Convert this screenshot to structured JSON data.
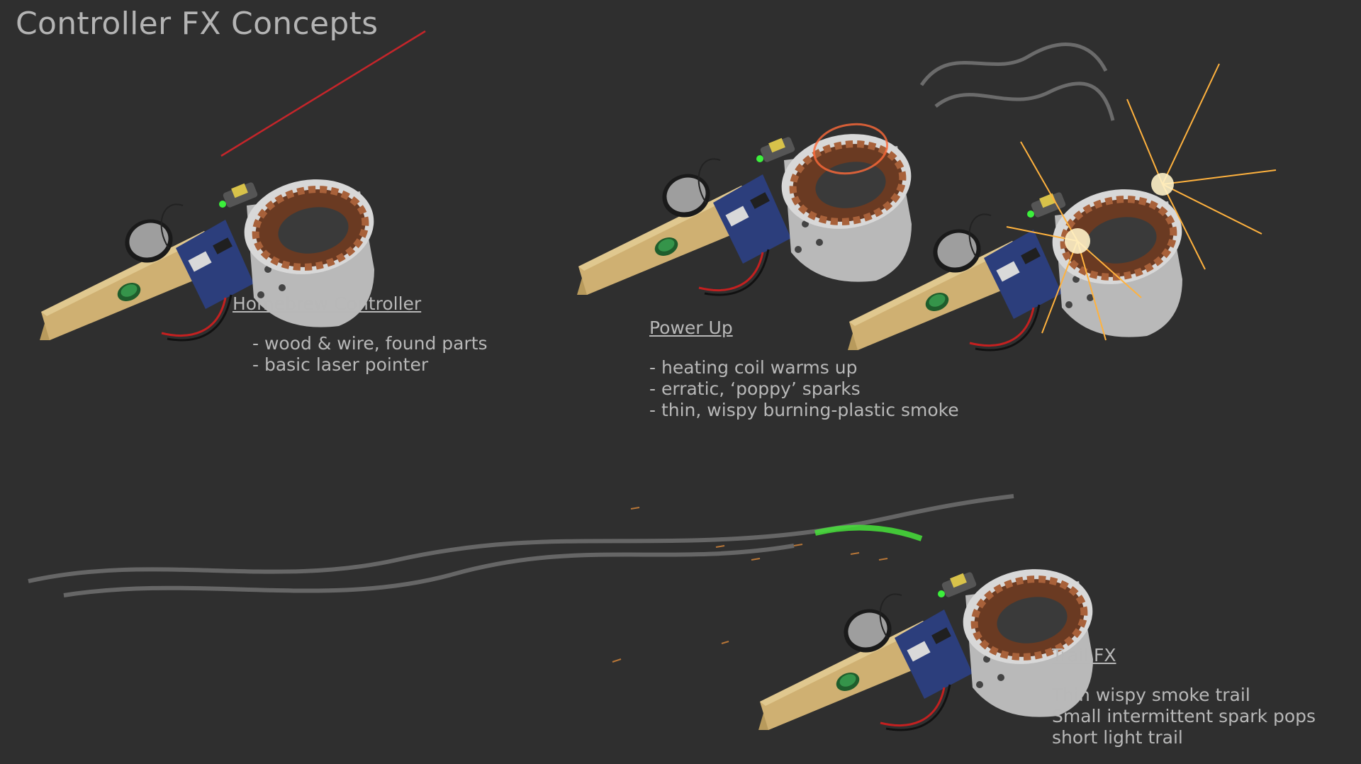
{
  "title": "Controller FX Concepts",
  "sections": {
    "homebrew": {
      "heading": "Homebrew Controller",
      "bullets": [
        "- wood & wire, found parts",
        "- basic laser pointer"
      ]
    },
    "power_up": {
      "heading": "Power Up",
      "bullets": [
        "- heating coil warms up",
        "- erratic, ‘poppy’ sparks",
        "- thin, wispy burning-plastic smoke"
      ]
    },
    "trail": {
      "heading": "Trail FX",
      "bullets": [
        "Thin wispy smoke trail",
        "Small intermittent spark pops",
        "short light trail"
      ]
    }
  },
  "colors": {
    "background": "#2f2f2f",
    "text": "#b8b8b8",
    "wood": "#c9a96b",
    "laser": "#e0242a",
    "trail_light": "#46e23a",
    "sparks": "#ffb23e",
    "smoke": "#bfbfbf"
  }
}
